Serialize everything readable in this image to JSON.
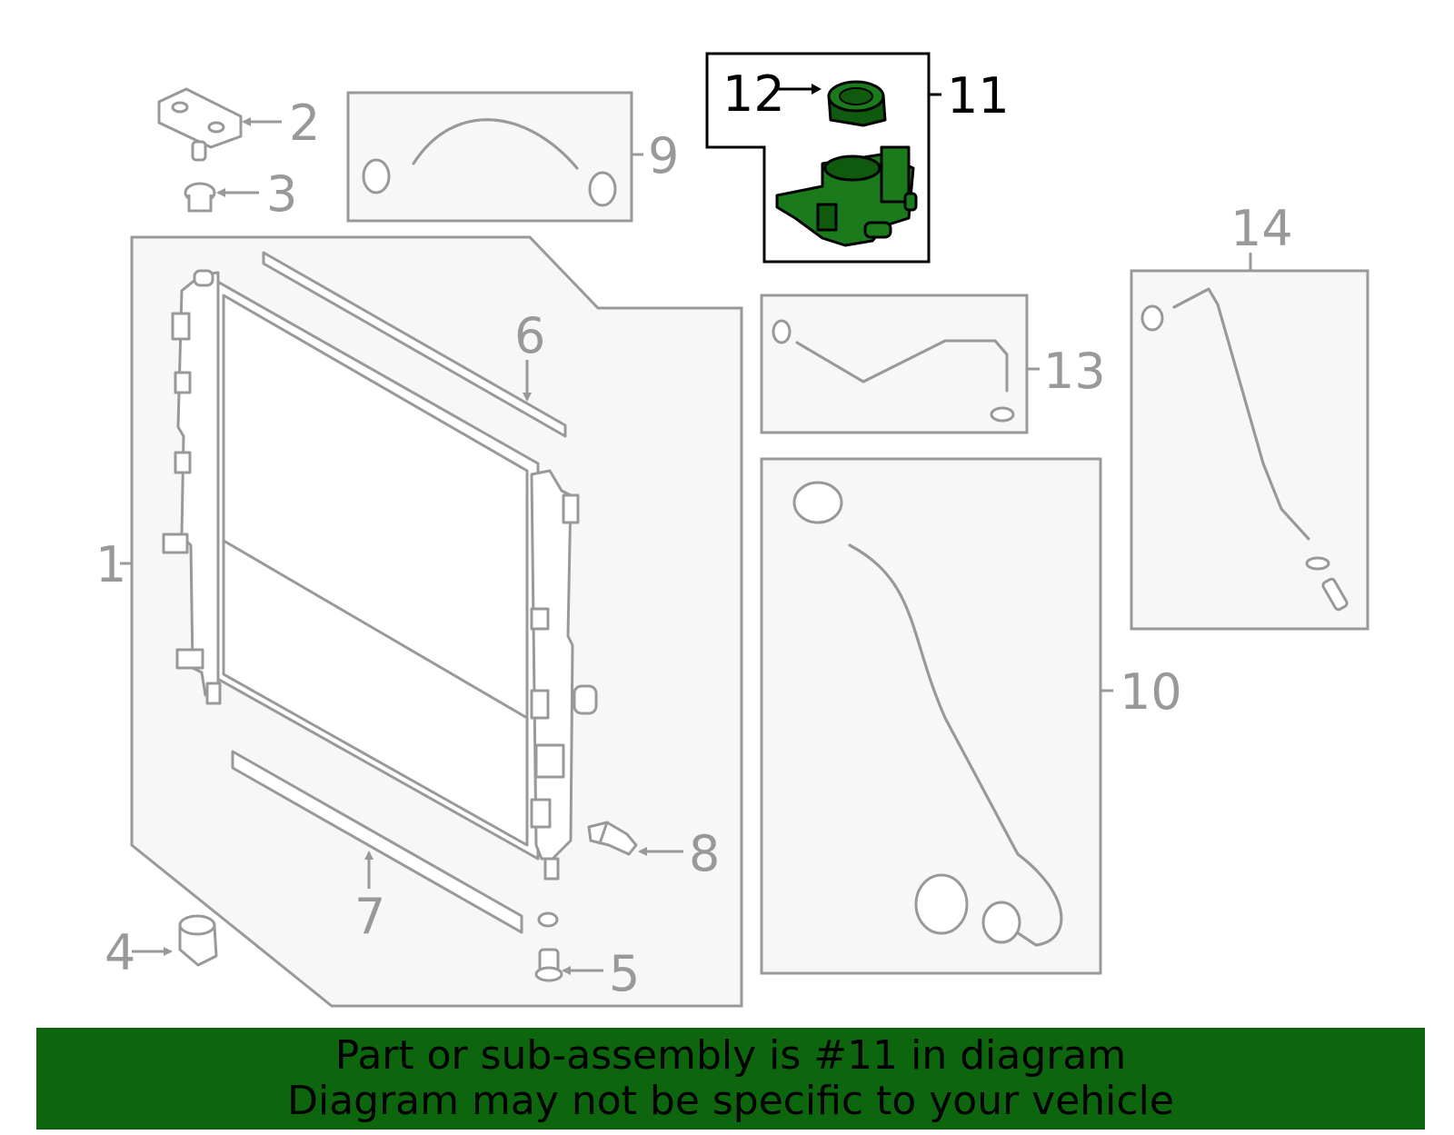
{
  "labels": {
    "p1": "1",
    "p2": "2",
    "p3": "3",
    "p4": "4",
    "p5": "5",
    "p6": "6",
    "p7": "7",
    "p8": "8",
    "p9": "9",
    "p10": "10",
    "p11": "11",
    "p12": "12",
    "p13": "13",
    "p14": "14"
  },
  "highlight_part": "11",
  "colors": {
    "highlight": "#1b7a1b",
    "banner": "#0d650d",
    "outline": "#999999"
  },
  "banner": {
    "line1": "Part or sub-assembly is #11 in diagram",
    "line2": "Diagram may not be specific to your vehicle"
  }
}
